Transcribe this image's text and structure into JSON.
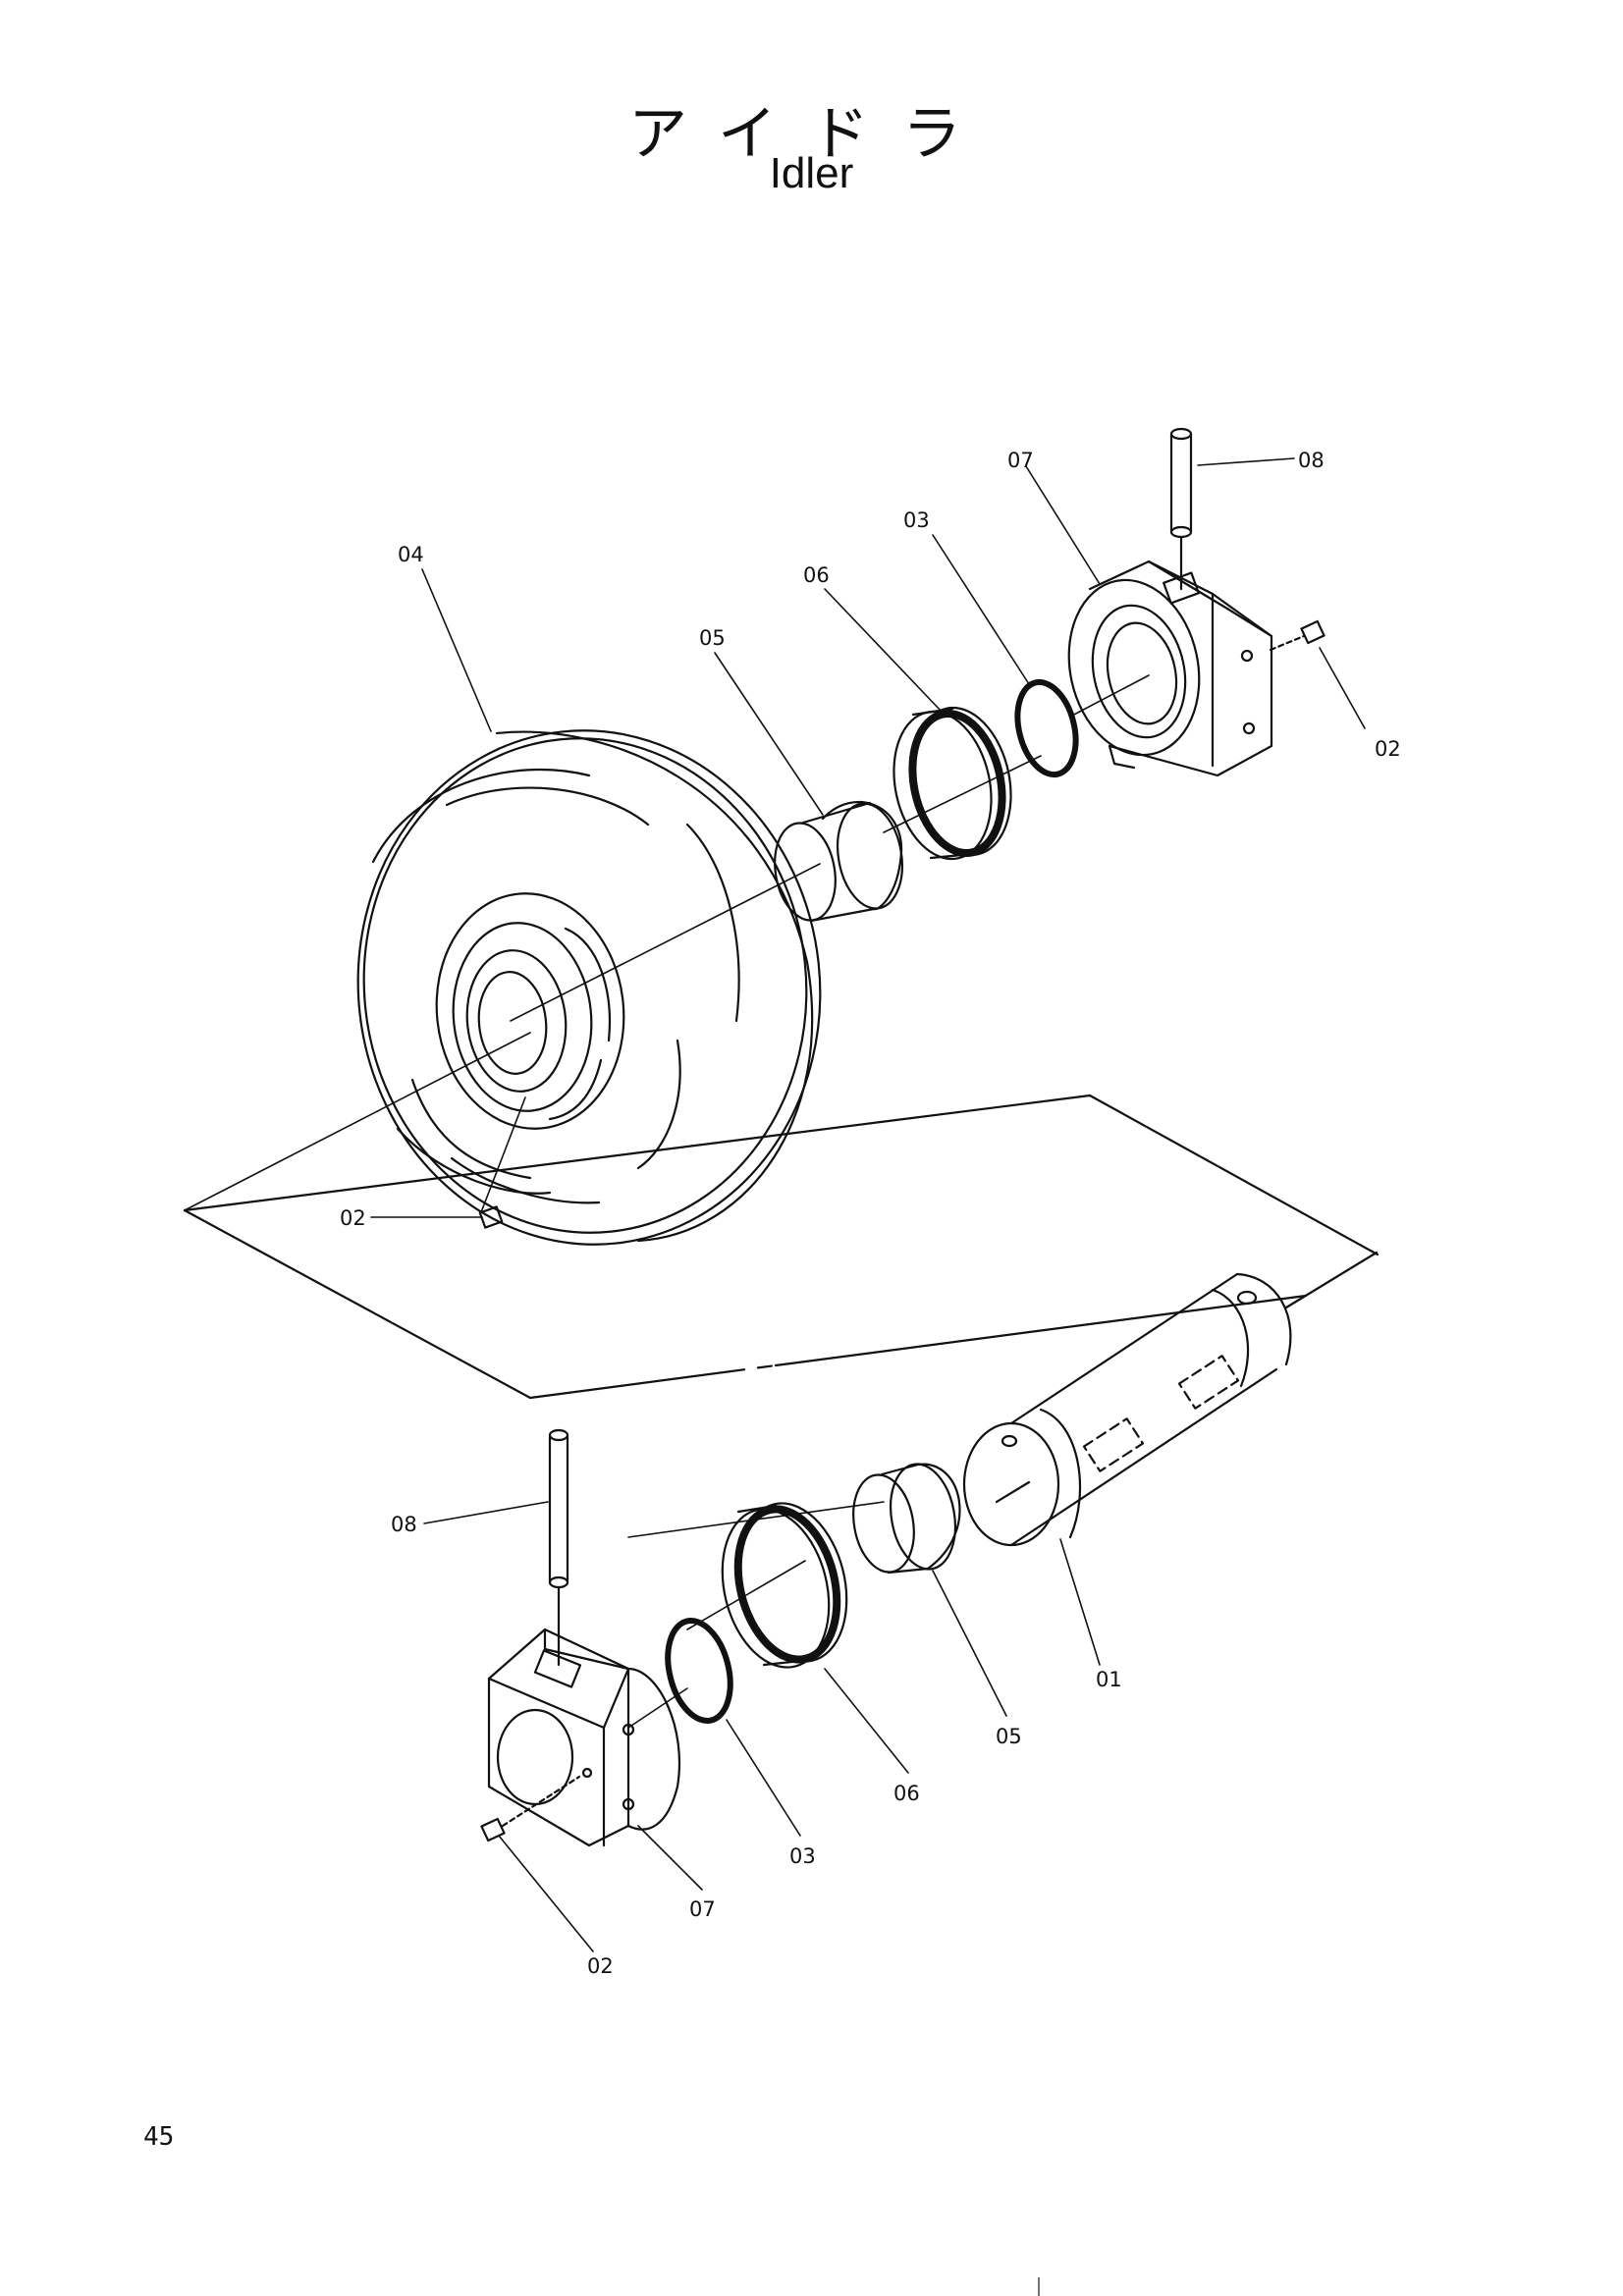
{
  "title": {
    "japanese": "アイドラ",
    "english": "Idler"
  },
  "page_number": "45",
  "callouts": {
    "c01": "01",
    "c02_top": "02",
    "c02_wheel": "02",
    "c02_bottom": "02",
    "c03_top": "03",
    "c03_bottom": "03",
    "c04": "04",
    "c05_top": "05",
    "c05_bottom": "05",
    "c06_top": "06",
    "c06_bottom": "06",
    "c07_top": "07",
    "c07_bottom": "07",
    "c08_top": "08",
    "c08_bottom": "08"
  }
}
